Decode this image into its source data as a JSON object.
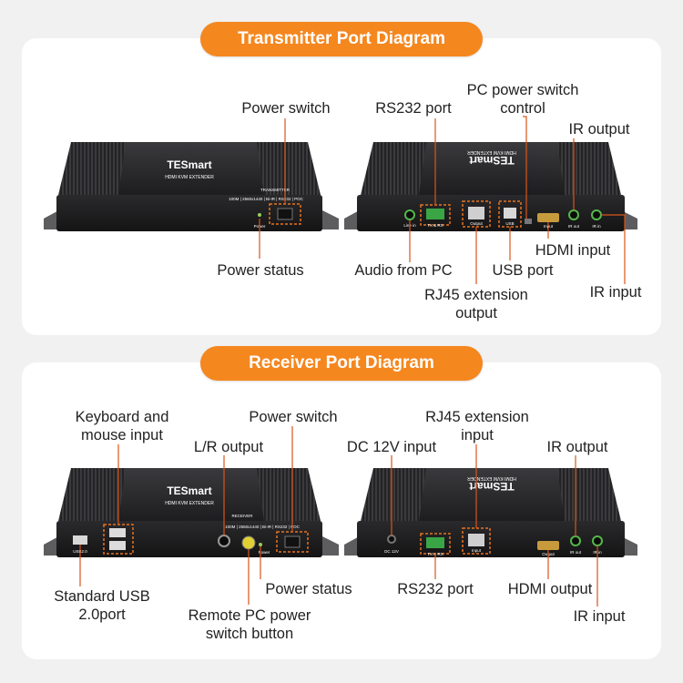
{
  "sections": {
    "transmitter_title": "Transmitter Port Diagram",
    "receiver_title": "Receiver Port Diagram"
  },
  "device": {
    "brand": "TESmart",
    "model": "HDMI KVM EXTENDER",
    "tx_role": "TRANSMITTER",
    "rx_role": "RECEIVER",
    "spec_line": "100M | 2560x1440 | Bi-IR | RS232 | POC"
  },
  "transmitter": {
    "front_labels": {
      "power_switch": "Power switch",
      "power_status": "Power status"
    },
    "back_labels": {
      "rs232_port": "RS232 port",
      "pc_power_switch_control": "PC power switch control",
      "ir_output": "IR output",
      "audio_from_pc": "Audio from PC",
      "usb_port": "USB port",
      "hdmi_input": "HDMI input",
      "rj45_extension_output": "RJ45 extension output",
      "ir_input": "IR input"
    },
    "port_marks": {
      "power": "Power",
      "line_in": "Line in",
      "tx_rx": "TX & RX",
      "output": "Output",
      "usb": "USB",
      "input": "Input",
      "ir_out": "IR out",
      "ir_in": "IR in"
    }
  },
  "receiver": {
    "front_labels": {
      "keyboard_mouse_input": "Keyboard and mouse input",
      "lr_output": "L/R output",
      "power_switch": "Power switch",
      "standard_usb": "Standard USB 2.0port",
      "power_status": "Power status",
      "remote_pc_power": "Remote PC power switch button"
    },
    "back_labels": {
      "rj45_extension_input": "RJ45 extension input",
      "dc_12v_input": "DC 12V input",
      "ir_output": "IR output",
      "rs232_port": "RS232 port",
      "hdmi_output": "HDMI output",
      "ir_input": "IR input"
    },
    "port_marks": {
      "usb20": "USB2.0",
      "power": "Power",
      "dc12v": "DC 12V",
      "tx_rx": "TX & RX",
      "input": "Input",
      "output": "Output",
      "ir_out": "IR out",
      "ir_in": "IR in"
    }
  },
  "colors": {
    "accent": "#f5871f",
    "panel": "#ffffff",
    "background": "#f1f1f1",
    "device": "#2b2b2d",
    "callout": "#d9551c"
  }
}
